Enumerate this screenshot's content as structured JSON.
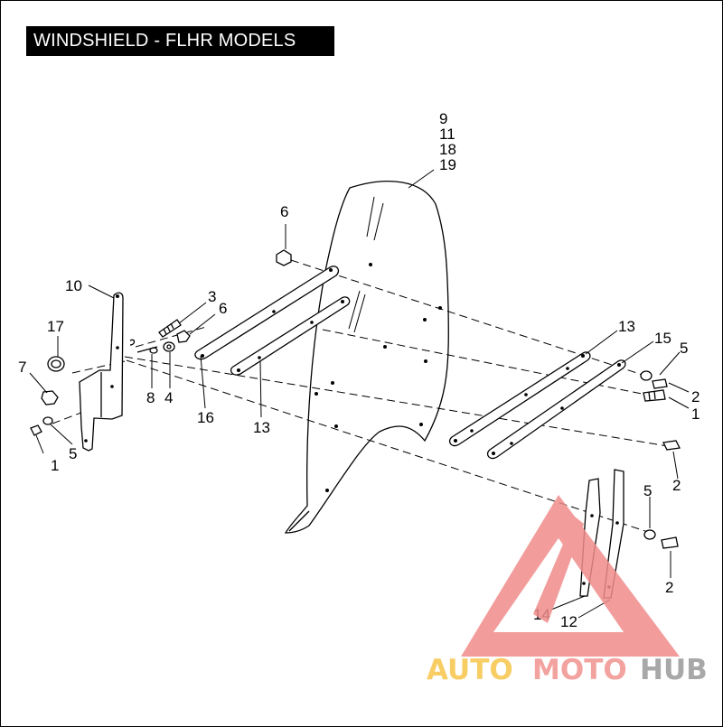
{
  "title": "WINDSHIELD - FLHR MODELS",
  "callouts": {
    "c9": "9",
    "c11": "11",
    "c18": "18",
    "c19": "19",
    "c6a": "6",
    "c6b": "6",
    "c10": "10",
    "c3": "3",
    "c17": "17",
    "c7": "7",
    "c8": "8",
    "c4": "4",
    "c1a": "1",
    "c5a": "5",
    "c16": "16",
    "c13a": "13",
    "c13b": "13",
    "c15": "15",
    "c5b": "5",
    "c2a": "2",
    "c1b": "1",
    "c2b": "2",
    "c5c": "5",
    "c2c": "2",
    "c14": "14",
    "c12": "12"
  },
  "watermark": {
    "auto": "AUTO",
    "moto": "MOTO",
    "hub": "HUB",
    "colors": {
      "auto": "#f6c54a",
      "moto": "#f2938f",
      "hub": "#9a9a9a",
      "logo": "#f08d8b"
    }
  }
}
